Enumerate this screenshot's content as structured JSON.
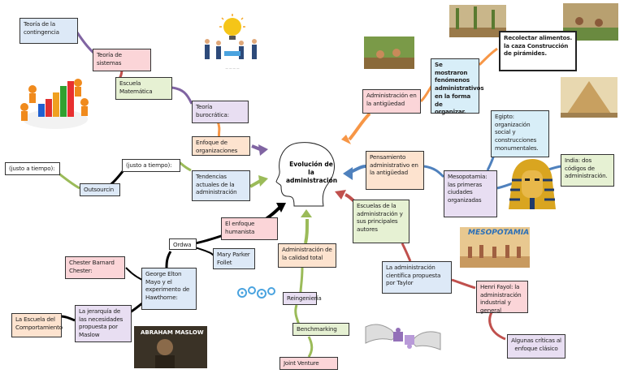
{
  "central_topic": "Evolución de la administración",
  "colors": {
    "blue_branch": "#4f81bd",
    "orange_branch": "#f79646",
    "red_branch": "#c0504d",
    "green_branch": "#9bbb59",
    "purple_branch": "#8064a2",
    "black_branch": "#000000"
  },
  "nodes": {
    "teoria_contingencia": "Teoría de la contingencia",
    "teoria_sistemas": "Teoría de sistemas",
    "escuela_matematica": "Escuela Matemática",
    "teoria_burocratica": "Teoría burocrática:",
    "enfoque_organizaciones": "Enfoque de organizaciones",
    "tendencias_actuales": "Tendencias actuales de la administración",
    "justo_tiempo_1": "(justo a tiempo):",
    "justo_tiempo_2": "(justo a tiempo):",
    "outsourcin": "Outsourcin",
    "enfoque_humanista": "El enfoque humanista",
    "ordwa": "Ordwa",
    "mary_parker": "Mary Parker Follet",
    "chester_barnard": "Chester Barnard Chester:",
    "george_elton": "George Elton Mayo y el experimento de Hawthorne:",
    "jerarquia_necesidades": "La jerarquía de las necesidades propuesta por Maslow",
    "escuela_comportamiento": "La Escuela del Comportamiento",
    "maslow_caption": "ABRAHAM MASLOW",
    "calidad_total": "Administración de la calidad total",
    "reingenieria": "Reingeniería",
    "benchmarking": "Benchmarking",
    "joint_venture": "Joint Venture",
    "admin_antiguedad": "Administración en la antigüedad",
    "fenomenos": "Se mostraron fenómenos administrativos en la forma de organizar.",
    "recolectar": "Recolectar alimentos. la caza Construcción de pirámides.",
    "pensamiento": "Pensamiento administrativo en la antigüedad",
    "egipto": "Egipto: organización social y construcciones monumentales.",
    "mesopotamia": "Mesopotamia: las primeras ciudades organizadas",
    "india": "India: dos códigos de administración.",
    "mesopotamia_caption": "MESOPOTAMIA",
    "escuelas": "Escuelas de la administración y sus principales autores",
    "taylor": "La administración científica propuesta por Taylor",
    "fayol": "Henri Fayol: la administración industrial y general",
    "criticas": "Algunas críticas al enfoque clásico"
  },
  "icons": {
    "team_lightbulb": "team-lightbulb-illustration",
    "business_chart": "business-team-chart-illustration",
    "head": "head-silhouette-icon",
    "gears": "gears-icon",
    "puzzle": "puzzle-hands-illustration",
    "pharaoh": "pharaoh-mask-illustration"
  }
}
